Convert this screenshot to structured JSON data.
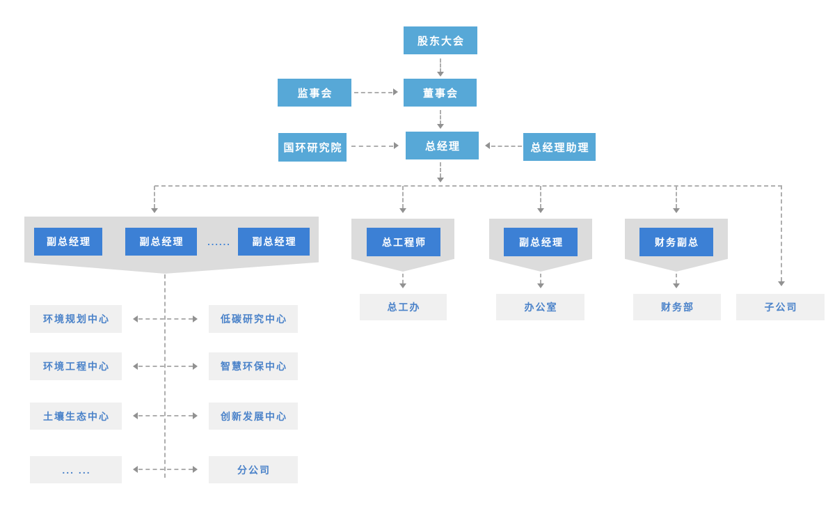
{
  "org": {
    "level1": {
      "shareholders_meeting": "股东大会"
    },
    "level2": {
      "supervisory_board": "监事会",
      "board_of_directors": "董事会"
    },
    "level3": {
      "research_institute": "国环研究院",
      "general_manager": "总经理",
      "gm_assistant": "总经理助理"
    },
    "level4": {
      "deputy_gm_1": "副总经理",
      "deputy_gm_2": "副总经理",
      "deputy_ellipsis": "......",
      "deputy_gm_3": "副总经理",
      "chief_engineer": "总工程师",
      "deputy_gm_admin": "副总经理",
      "finance_deputy_gm": "财务副总"
    },
    "level5": {
      "chief_engineer_office": "总工办",
      "general_office": "办公室",
      "finance_department": "财务部",
      "subsidiary": "子公司"
    },
    "deputy_departments": [
      {
        "left": "环境规划中心",
        "right": "低碳研究中心"
      },
      {
        "left": "环境工程中心",
        "right": "智慧环保中心"
      },
      {
        "left": "土壤生态中心",
        "right": "创新发展中心"
      },
      {
        "left": "... ...",
        "right": "分公司"
      }
    ]
  },
  "colors": {
    "node_blue_light": "#57a8d7",
    "node_blue_strong": "#3c80d5",
    "group_panel_gray": "#dcdcdc",
    "dept_box_gray": "#f0f0f0",
    "dept_text_blue": "#4a82c9",
    "connector_gray": "#aeaeae",
    "background": "#ffffff"
  }
}
